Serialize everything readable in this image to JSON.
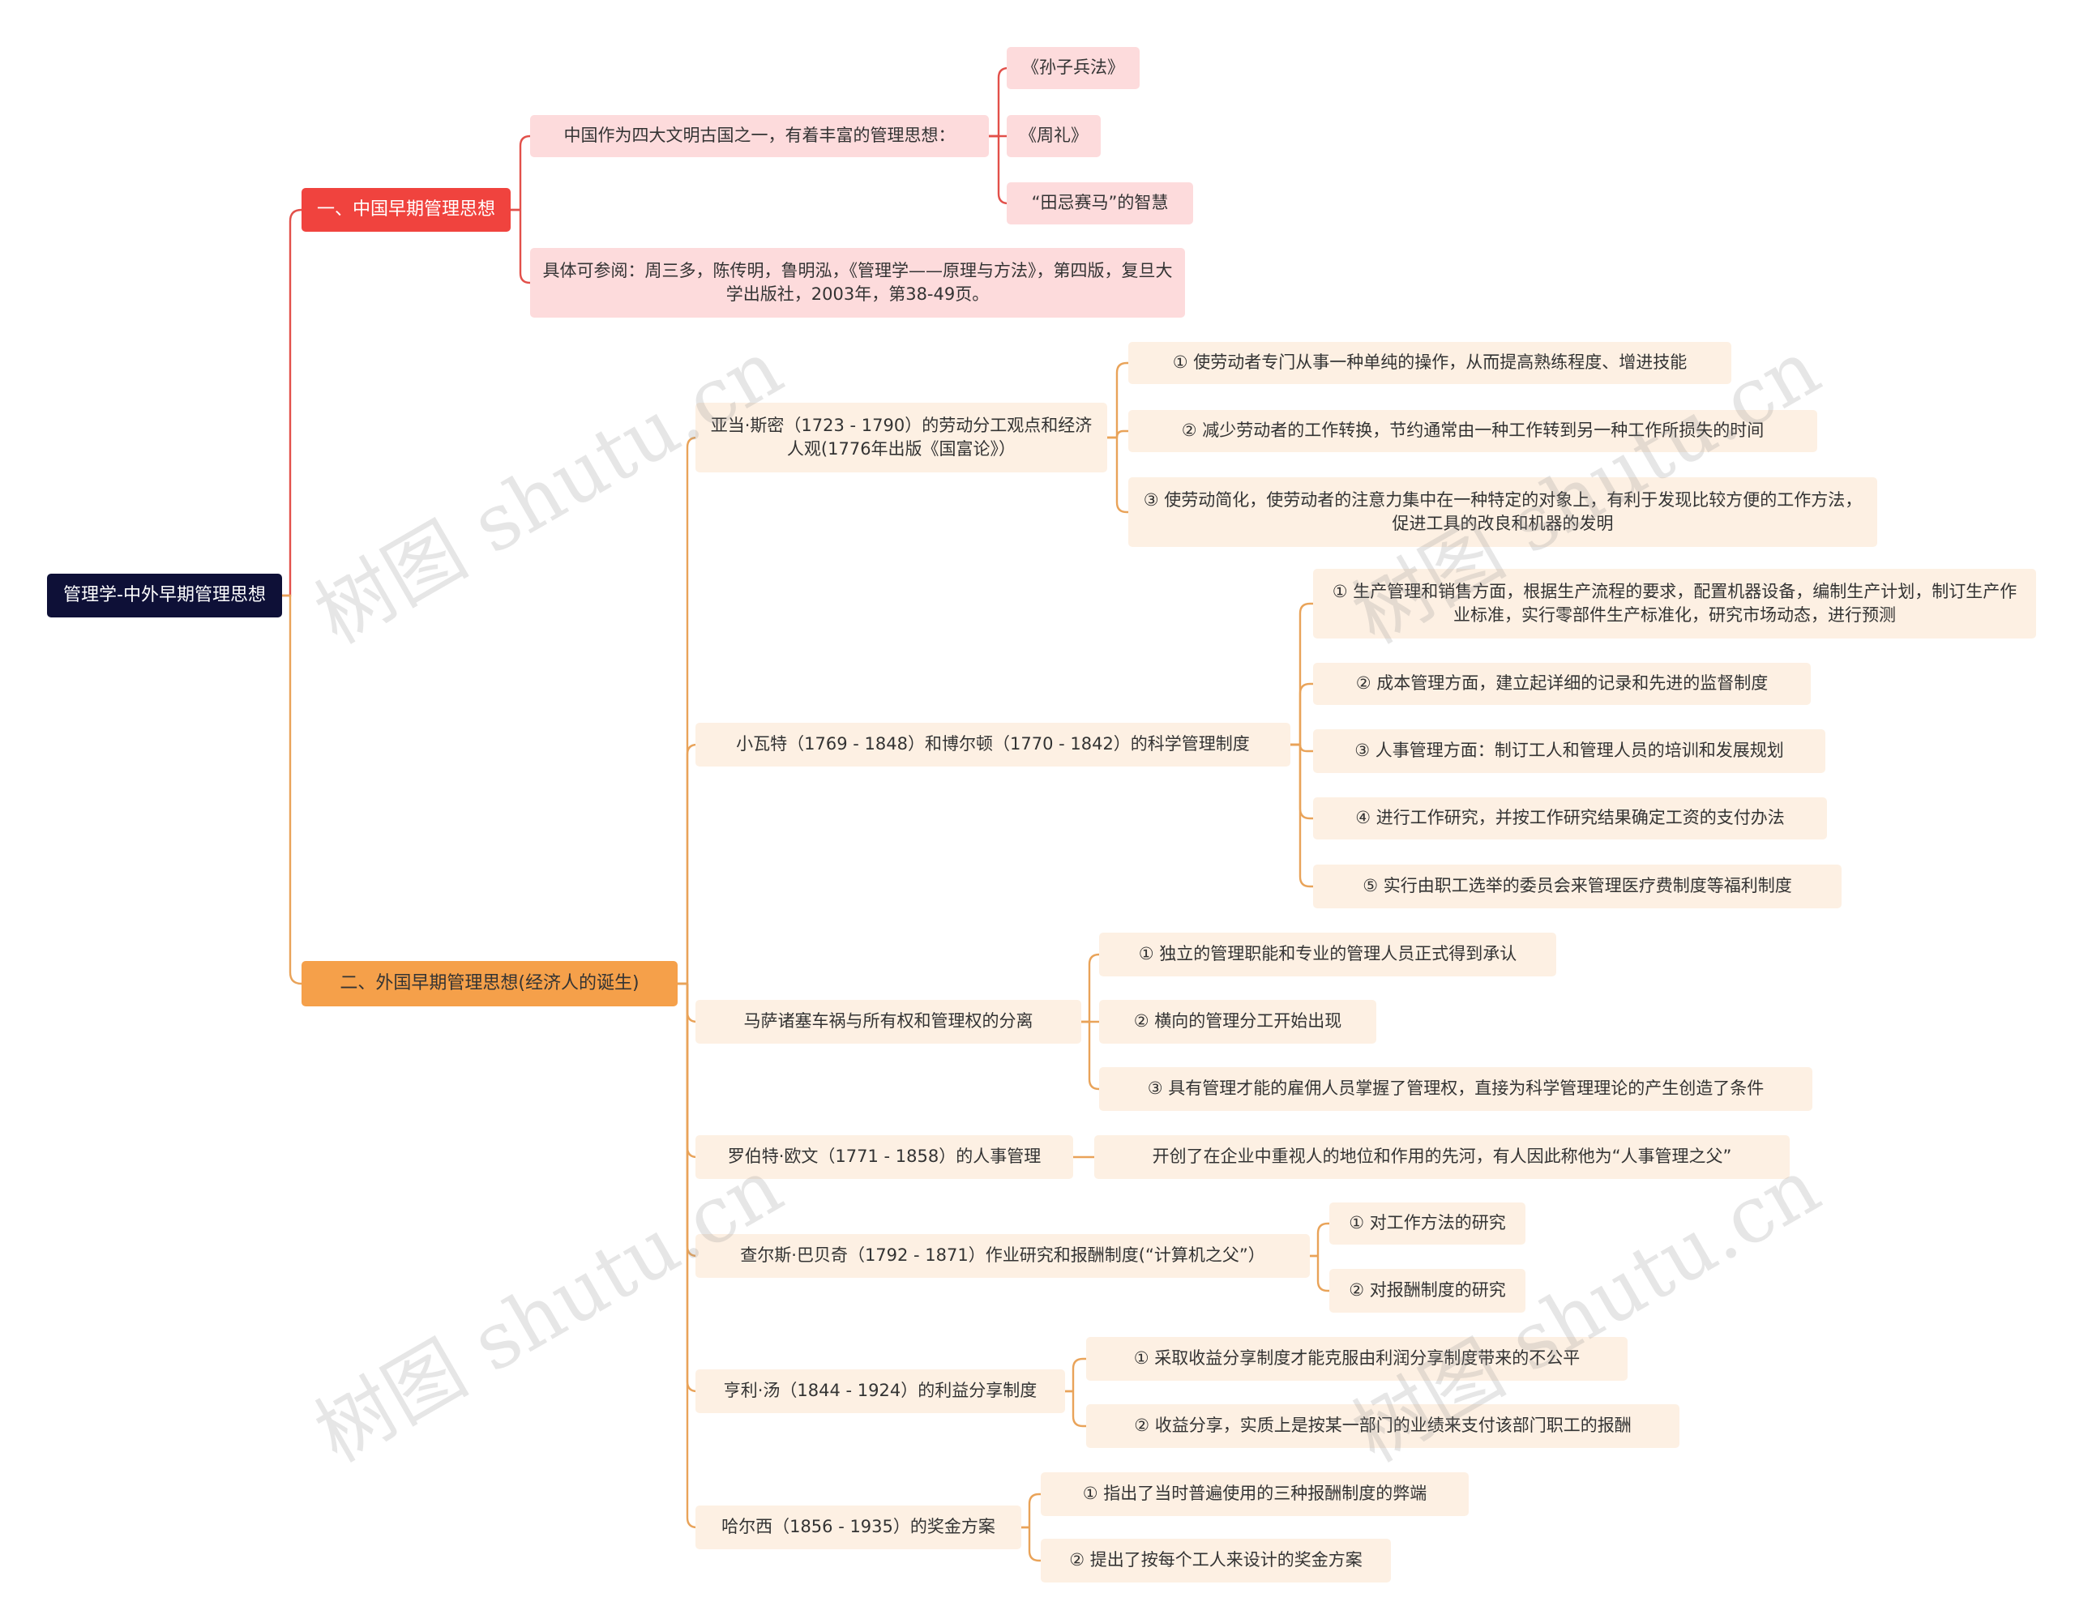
{
  "root": {
    "label": "管理学-中外早期管理思想"
  },
  "colors": {
    "red_branch": "#e2504a",
    "orange_branch": "#e9a359",
    "root_bg": "#0e1037"
  },
  "china": {
    "label": "一、中国早期管理思想",
    "rich": {
      "label": "中国作为四大文明古国之一，有着丰富的管理思想：",
      "items": [
        "《孙子兵法》",
        "《周礼》",
        "“田忌赛马”的智慧"
      ]
    },
    "reference": "具体可参阅：周三多，陈传明，鲁明泓，《管理学——原理与方法》，第四版，复旦大学出版社，2003年，第38-49页。"
  },
  "foreign": {
    "label": "二、外国早期管理思想(经济人的诞生)",
    "smith": {
      "label": "亚当·斯密（1723 - 1790）的劳动分工观点和经济人观(1776年出版《国富论》）",
      "items": [
        "① 使劳动者专门从事一种单纯的操作，从而提高熟练程度、增进技能",
        "② 减少劳动者的工作转换，节约通常由一种工作转到另一种工作所损失的时间",
        "③ 使劳动简化，使劳动者的注意力集中在一种特定的对象上，有利于发现比较方便的工作方法，促进工具的改良和机器的发明"
      ]
    },
    "watt": {
      "label": "小瓦特（1769 - 1848）和博尔顿（1770 - 1842）的科学管理制度",
      "items": [
        "① 生产管理和销售方面，根据生产流程的要求，配置机器设备，编制生产计划，制订生产作业标准，实行零部件生产标准化，研究市场动态，进行预测",
        "② 成本管理方面，建立起详细的记录和先进的监督制度",
        "③ 人事管理方面：制订工人和管理人员的培训和发展规划",
        "④ 进行工作研究，并按工作研究结果确定工资的支付办法",
        "⑤ 实行由职工选举的委员会来管理医疗费制度等福利制度"
      ]
    },
    "mass": {
      "label": "马萨诸塞车祸与所有权和管理权的分离",
      "items": [
        "① 独立的管理职能和专业的管理人员正式得到承认",
        "② 横向的管理分工开始出现",
        "③ 具有管理才能的雇佣人员掌握了管理权，直接为科学管理理论的产生创造了条件"
      ]
    },
    "owen": {
      "label": "罗伯特·欧文（1771 - 1858）的人事管理",
      "items": [
        "开创了在企业中重视人的地位和作用的先河，有人因此称他为“人事管理之父”"
      ]
    },
    "babbage": {
      "label": "查尔斯·巴贝奇（1792 - 1871）作业研究和报酬制度(“计算机之父”）",
      "items": [
        "① 对工作方法的研究",
        "② 对报酬制度的研究"
      ]
    },
    "towne": {
      "label": "亨利·汤（1844 - 1924）的利益分享制度",
      "items": [
        "① 采取收益分享制度才能克服由利润分享制度带来的不公平",
        "② 收益分享，实质上是按某一部门的业绩来支付该部门职工的报酬"
      ]
    },
    "halsey": {
      "label": "哈尔西（1856 - 1935）的奖金方案",
      "items": [
        "① 指出了当时普遍使用的三种报酬制度的弊端",
        "② 提出了按每个工人来设计的奖金方案"
      ]
    }
  },
  "watermark": "树图 shutu.cn"
}
